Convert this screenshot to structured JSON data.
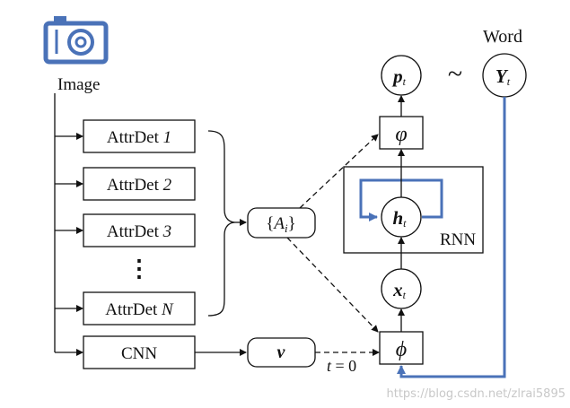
{
  "labels": {
    "image": "Image",
    "word": "Word",
    "rnn": "RNN",
    "cnn": "CNN",
    "attr_prefix": "AttrDet",
    "tilde": "~",
    "dots": "⋮",
    "watermark": "https://blog.csdn.net/zlrai5895"
  },
  "attr_detectors": [
    {
      "index": "1"
    },
    {
      "index": "2"
    },
    {
      "index": "3"
    },
    {
      "index": "N"
    }
  ],
  "nodes": {
    "attributes": {
      "open": "{",
      "sym": "A",
      "sub": "i",
      "close": "}"
    },
    "visual_feature": {
      "sym": "v"
    },
    "prob": {
      "sym": "p",
      "sub": "t"
    },
    "target": {
      "sym": "Y",
      "sub": "t"
    },
    "phi_out": {
      "sym": "φ"
    },
    "hidden": {
      "sym": "h",
      "sub": "t"
    },
    "input": {
      "sym": "x",
      "sub": "t"
    },
    "phi_in": {
      "sym": "ϕ"
    }
  },
  "edge_labels": {
    "t0": {
      "var": "t",
      "eq": " = 0"
    }
  },
  "colors": {
    "stroke": "#111111",
    "accent": "#4a72b8",
    "camera": "#4a72b8",
    "watermark": "#c8c8c8"
  }
}
